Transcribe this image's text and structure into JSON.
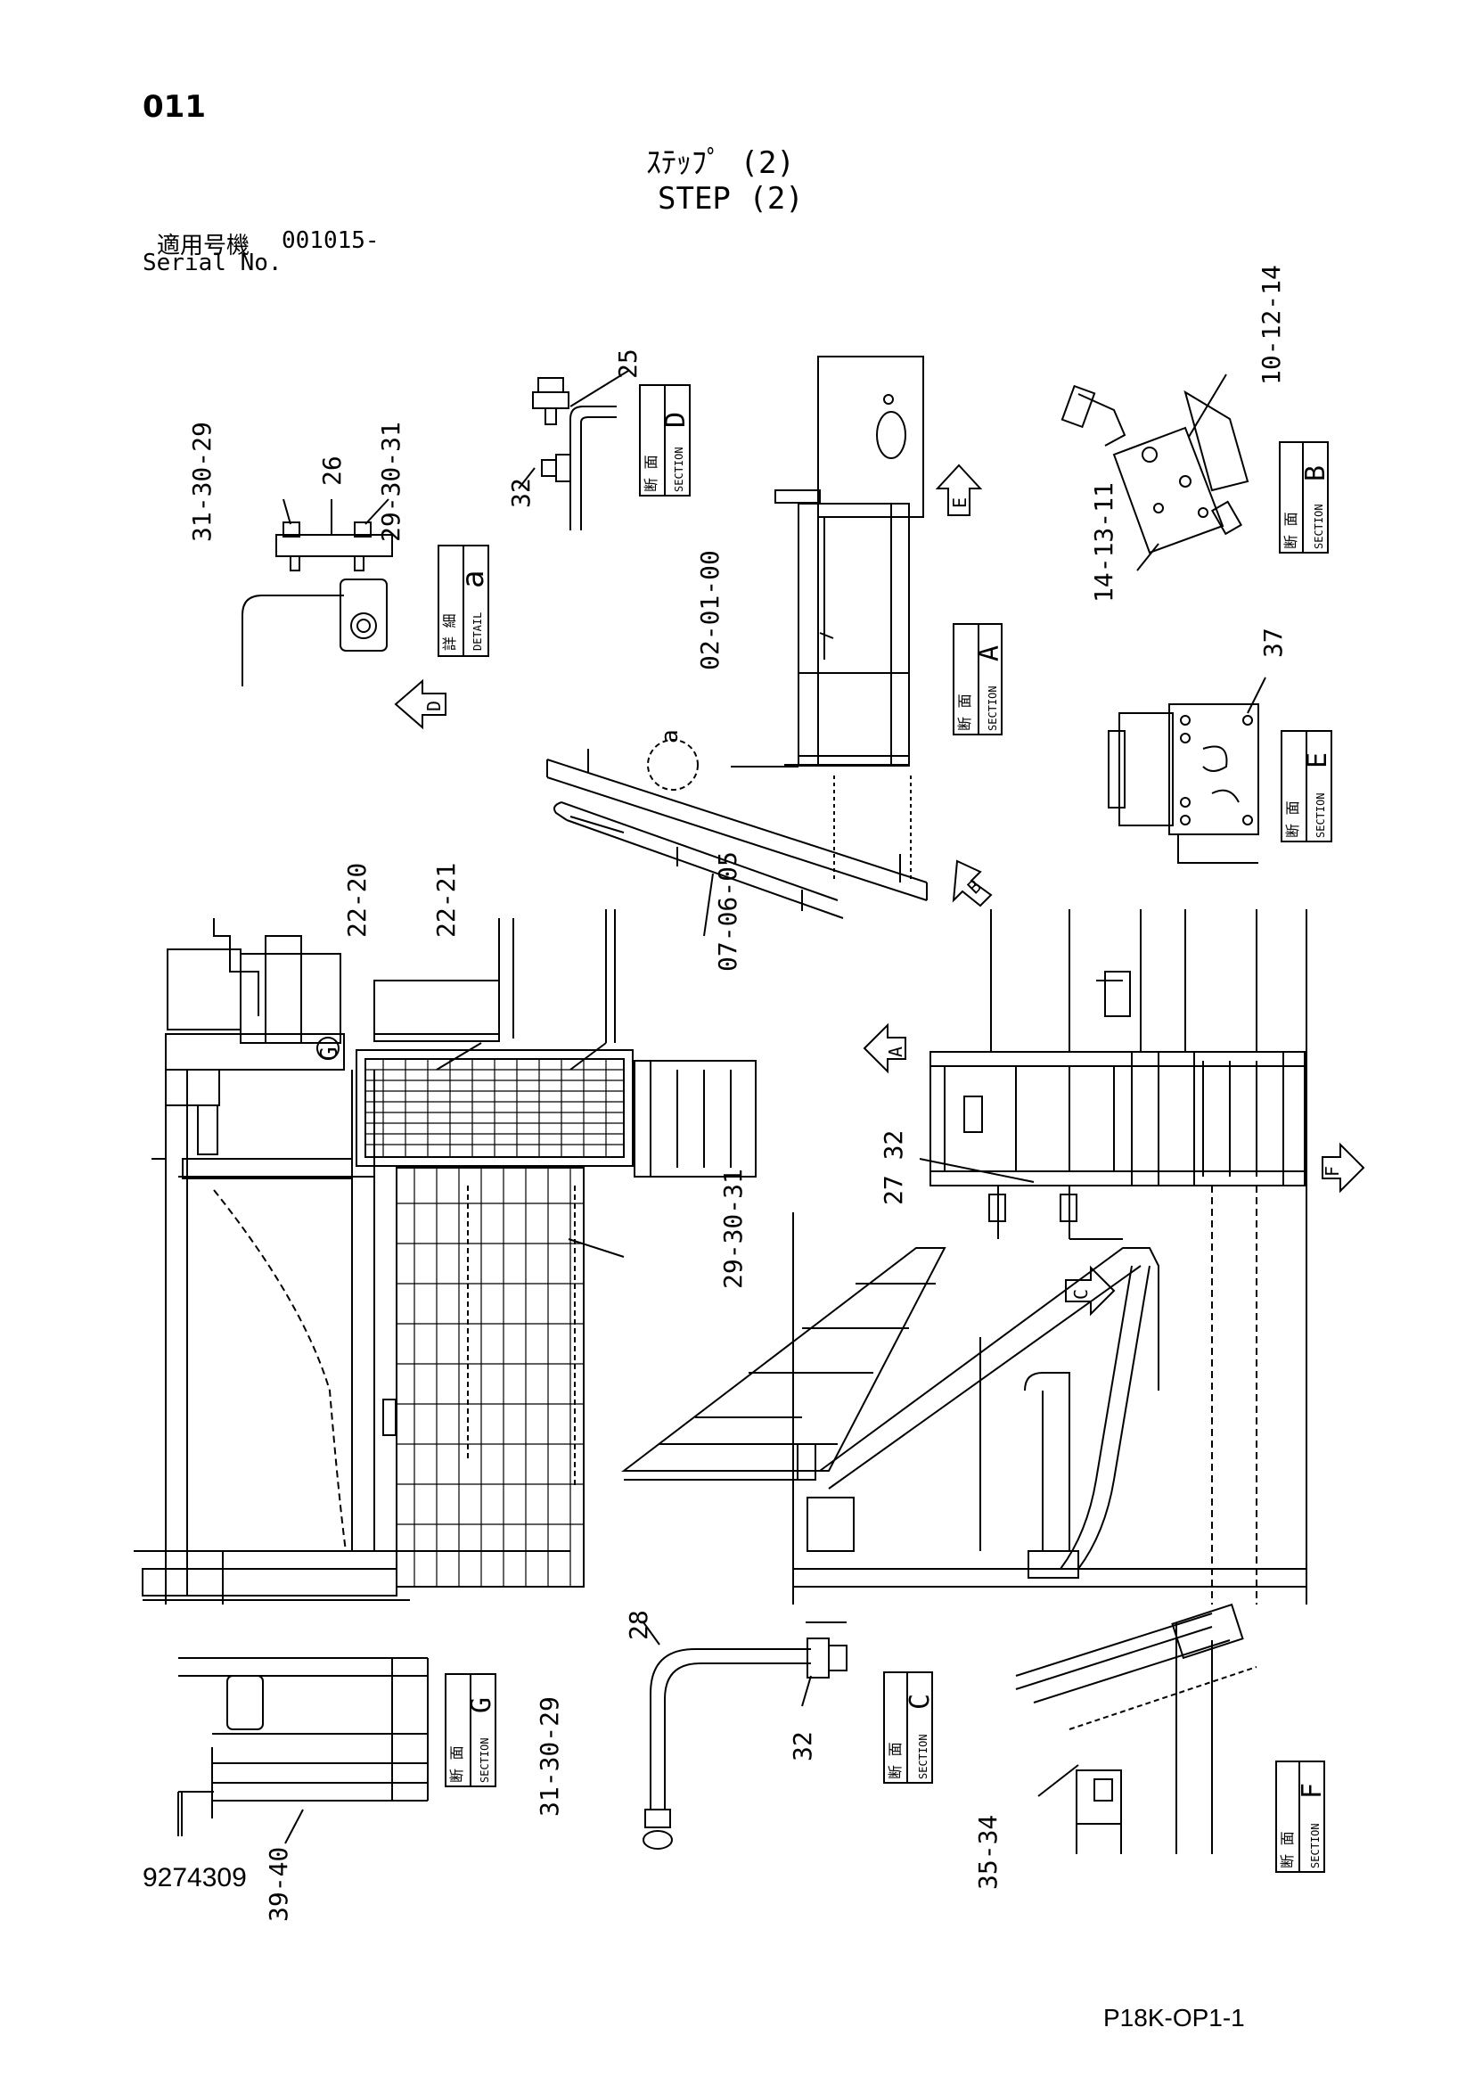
{
  "header": {
    "page_number": "011",
    "title_jp": "ｽﾃｯﾌﾟ (2)",
    "title_en": "STEP (2)",
    "serial_label_jp": "適用号機",
    "serial_value": "001015-",
    "serial_label_en": "Serial No."
  },
  "footer": {
    "document_number": "9274309",
    "sheet_code": "P18K-OP1-1"
  },
  "callouts": {
    "c_31_30_29_a": "31-30-29",
    "c_26": "26",
    "c_29_30_31_a": "29-30-31",
    "c_25": "25",
    "c_32_d": "32",
    "c_02_01_00": "02-01-00",
    "c_10_12_14": "10-12-14",
    "c_14_13_11": "14-13-11",
    "c_37": "37",
    "c_22_20": "22-20",
    "c_22_21": "22-21",
    "c_07_06_05": "07-06-05",
    "c_27_32": "27 32",
    "c_29_30_31_b": "29-30-31",
    "c_28": "28",
    "c_31_30_29_b": "31-30-29",
    "c_32_c": "32",
    "c_39_40": "39-40",
    "c_35_34": "35-34"
  },
  "section_labels": {
    "kanji_section": "断 面",
    "kanji_detail": "詳 細",
    "section_word": "SECTION",
    "detail_word": "DETAIL",
    "D": "D",
    "a": "a",
    "A": "A",
    "B": "B",
    "E": "E",
    "C": "C",
    "G": "G",
    "F": "F"
  },
  "view_markers": {
    "arrow_D": "D",
    "arrow_E": "E",
    "arrow_B": "B",
    "arrow_A": "A",
    "arrow_F": "F",
    "arrow_C": "C",
    "mark_G": "G",
    "mark_a": "a"
  }
}
